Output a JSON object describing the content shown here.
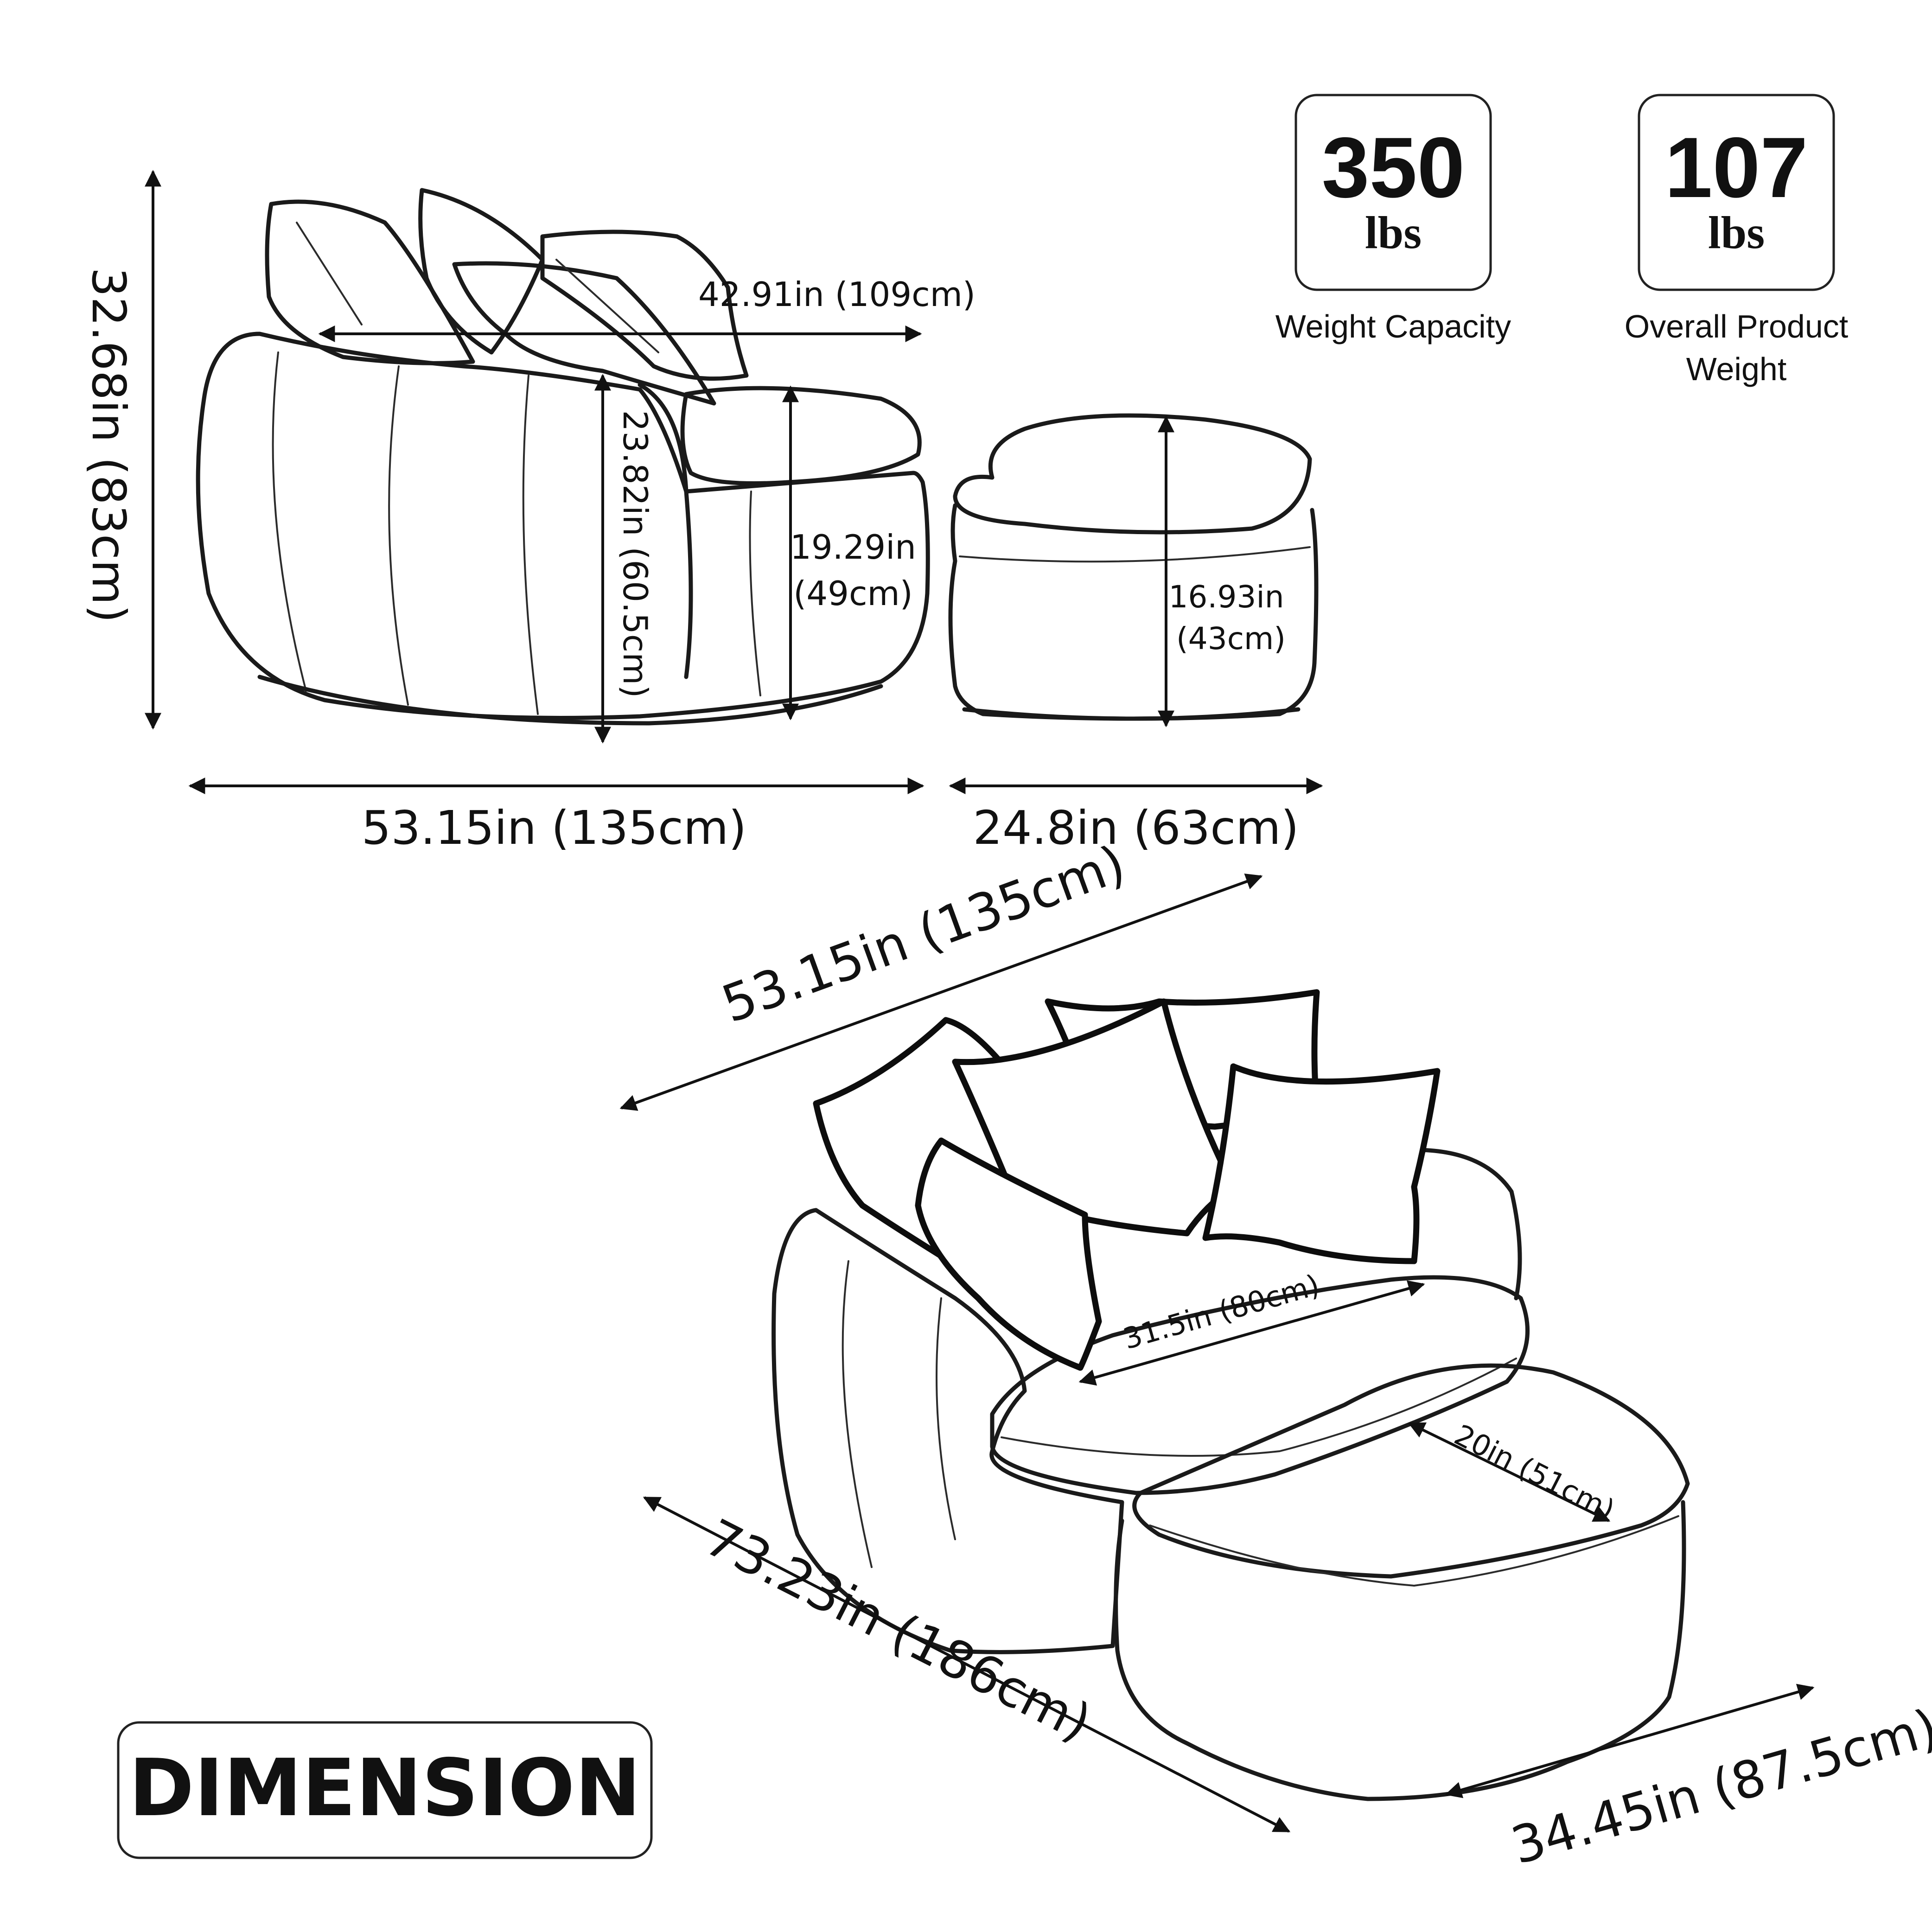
{
  "stats": [
    {
      "value": "350",
      "unit": "lbs",
      "label": "Weight Capacity"
    },
    {
      "value": "107",
      "unit": "lbs",
      "label_line1": "Overall Product",
      "label_line2": "Weight"
    }
  ],
  "front_view": {
    "height_total": "32.68in (83cm)",
    "back_width": "42.91in (109cm)",
    "arm_height": "23.82in (60.5cm)",
    "seat_height_line1": "19.29in",
    "seat_height_line2": "(49cm)",
    "ottoman_height_line1": "16.93in",
    "ottoman_height_line2": "(43cm)",
    "chair_width": "53.15in (135cm)",
    "ottoman_width": "24.8in (63cm)"
  },
  "perspective_view": {
    "chair_width": "53.15in (135cm)",
    "seat_depth": "31.5in (80cm)",
    "ottoman_depth": "20in (51cm)",
    "total_length": "73.23in (186cm)",
    "total_depth": "34.45in (87.5cm)"
  },
  "title": "DIMENSION",
  "icons": [
    "arrow-head-icon"
  ],
  "colors": {
    "ink": "#111111",
    "background": "#ffffff"
  }
}
